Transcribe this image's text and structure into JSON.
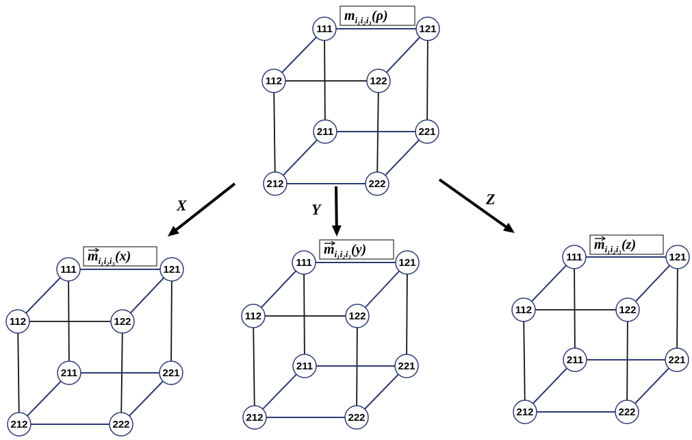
{
  "diagram": {
    "node_labels": [
      "111",
      "121",
      "112",
      "122",
      "211",
      "221",
      "212",
      "222"
    ],
    "edges_blue": [
      [
        "111",
        "121"
      ],
      [
        "111",
        "112"
      ],
      [
        "121",
        "122"
      ],
      [
        "211",
        "221"
      ],
      [
        "211",
        "212"
      ],
      [
        "221",
        "222"
      ],
      [
        "212",
        "222"
      ]
    ],
    "edges_black": [
      [
        "112",
        "122"
      ],
      [
        "111",
        "211"
      ],
      [
        "121",
        "221"
      ],
      [
        "112",
        "212"
      ],
      [
        "122",
        "222"
      ]
    ],
    "cubes": [
      {
        "id": "top",
        "title_base": "m",
        "title_has_vec": false,
        "title_sub": "i₁i₂i₃",
        "title_arg": "(ρ)"
      },
      {
        "id": "x",
        "title_base": "m",
        "title_has_vec": true,
        "title_sub": "i₁i₂i₃",
        "title_arg": "(x)"
      },
      {
        "id": "y",
        "title_base": "m",
        "title_has_vec": true,
        "title_sub": "i₁i₂i₃",
        "title_arg": "(y)"
      },
      {
        "id": "z",
        "title_base": "m",
        "title_has_vec": true,
        "title_sub": "i₁i₂i₃",
        "title_arg": "(z)"
      }
    ],
    "arrows": [
      {
        "id": "x",
        "label": "X"
      },
      {
        "id": "y",
        "label": "Y"
      },
      {
        "id": "z",
        "label": "Z"
      }
    ],
    "colors": {
      "edge_blue": "#2b3a73",
      "edge_black": "#111111",
      "node_stroke": "#2b3a73",
      "arrow": "#000000"
    }
  }
}
